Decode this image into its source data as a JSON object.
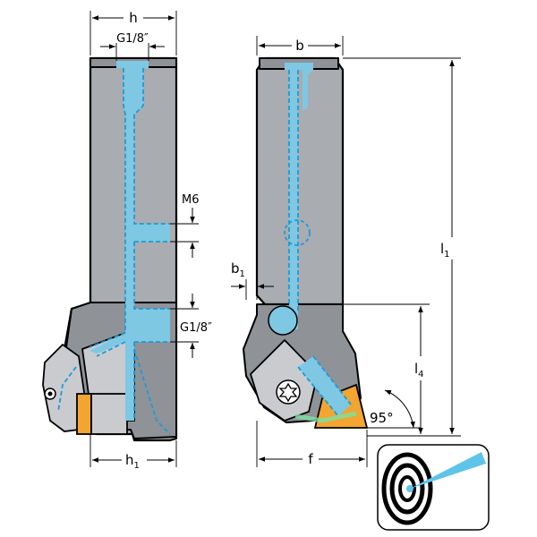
{
  "labels": {
    "h": "h",
    "g18_top": "G1/8″",
    "m6": "M6",
    "g18_side": "G1/8″",
    "h1_main": "h",
    "h1_sub": "1",
    "b": "b",
    "b1_main": "b",
    "b1_sub": "1",
    "l1_main": "l",
    "l1_sub": "1",
    "l4_main": "l",
    "l4_sub": "4",
    "f": "f",
    "angle": "95°"
  },
  "colors": {
    "body": "#a9acb1",
    "coolant": "#7ec8e3",
    "coolant_line": "#1f9ad6",
    "insert": "#f2a531"
  },
  "icon": "coolant-jet-target-icon"
}
